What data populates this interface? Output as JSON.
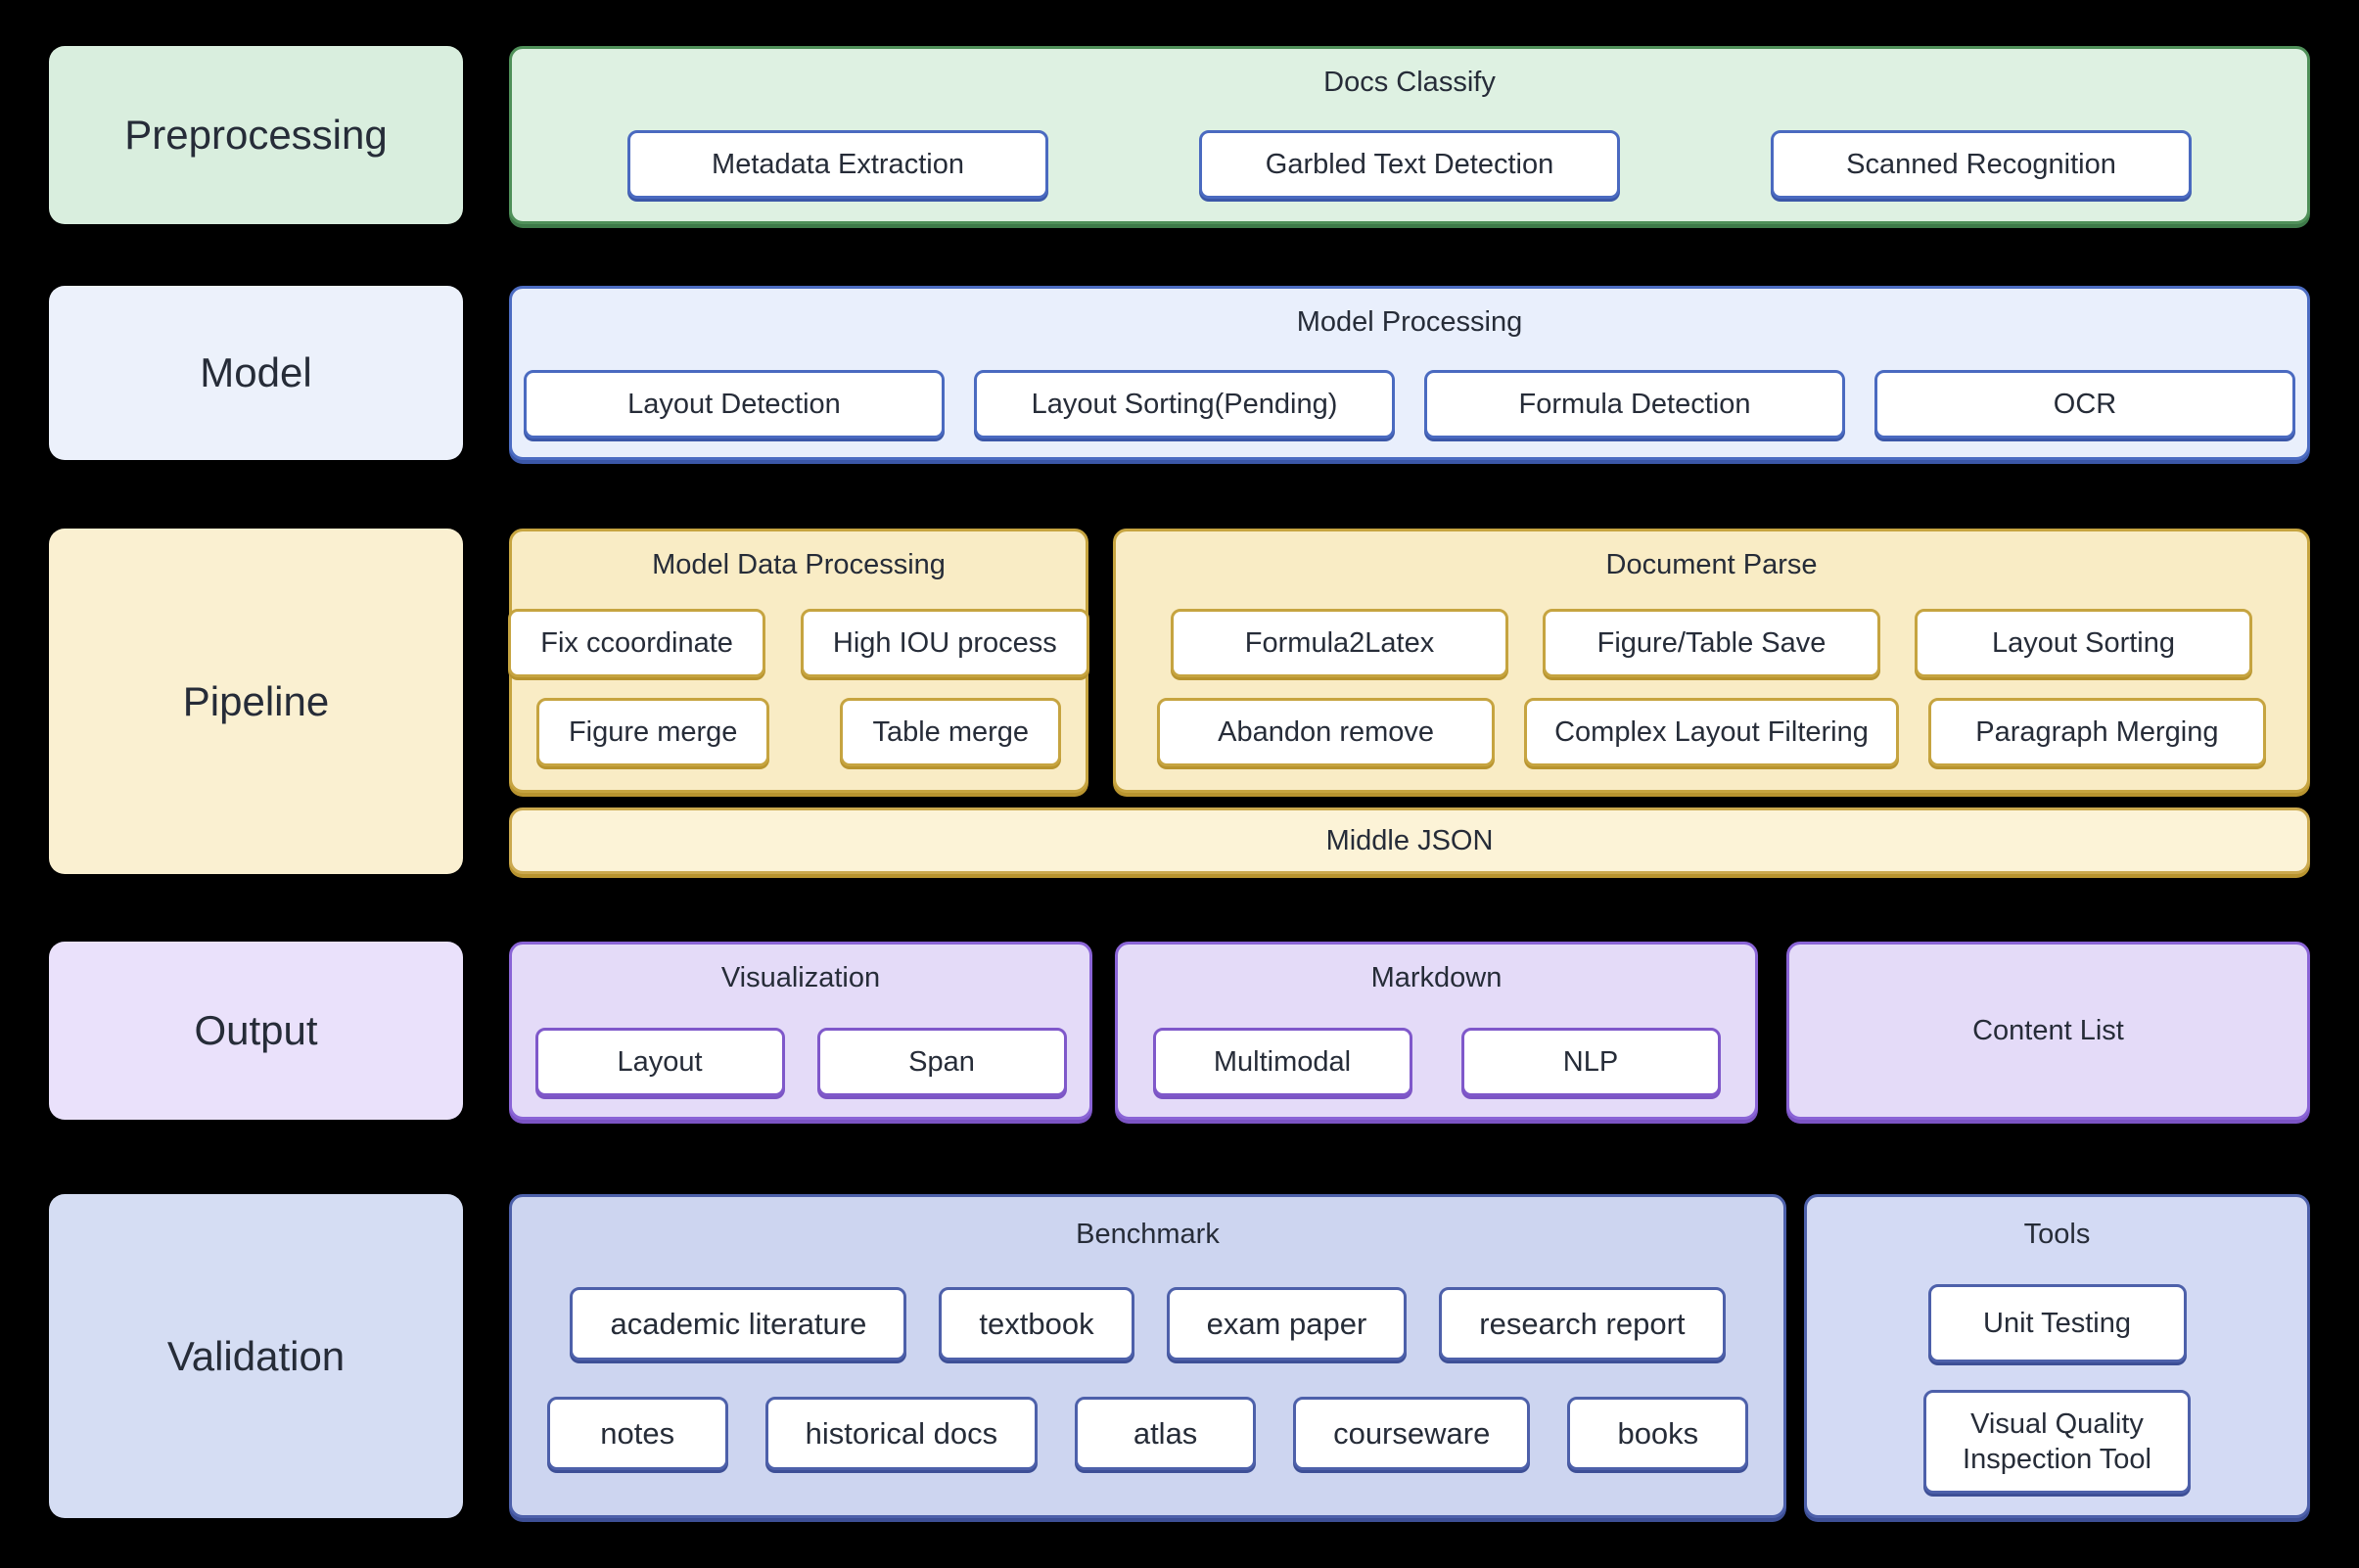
{
  "preprocessing": {
    "label": "Preprocessing",
    "docs_classify": {
      "title": "Docs Classify",
      "items": [
        "Metadata Extraction",
        "Garbled Text Detection",
        "Scanned Recognition"
      ]
    }
  },
  "model": {
    "label": "Model",
    "model_processing": {
      "title": "Model Processing",
      "items": [
        "Layout Detection",
        "Layout Sorting(Pending)",
        "Formula Detection",
        "OCR"
      ]
    }
  },
  "pipeline": {
    "label": "Pipeline",
    "model_data_processing": {
      "title": "Model Data Processing",
      "row1": [
        "Fix ccoordinate",
        "High IOU process"
      ],
      "row2": [
        "Figure merge",
        "Table merge"
      ]
    },
    "document_parse": {
      "title": "Document Parse",
      "row1": [
        "Formula2Latex",
        "Figure/Table Save",
        "Layout Sorting"
      ],
      "row2": [
        "Abandon remove",
        "Complex Layout Filtering",
        "Paragraph Merging"
      ]
    },
    "middle_json": {
      "title": "Middle JSON"
    }
  },
  "output": {
    "label": "Output",
    "visualization": {
      "title": "Visualization",
      "items": [
        "Layout",
        "Span"
      ]
    },
    "markdown": {
      "title": "Markdown",
      "items": [
        "Multimodal",
        "NLP"
      ]
    },
    "content_list": {
      "title": "Content List"
    }
  },
  "validation": {
    "label": "Validation",
    "benchmark": {
      "title": "Benchmark",
      "row1": [
        "academic literature",
        "textbook",
        "exam paper",
        "research report"
      ],
      "row2": [
        "notes",
        "historical docs",
        "atlas",
        "courseware",
        "books"
      ]
    },
    "tools": {
      "title": "Tools",
      "items": [
        "Unit Testing",
        "Visual Quality Inspection Tool"
      ]
    }
  },
  "colors": {
    "background": "#000000",
    "text": "#262c38",
    "green_fill": "#def1e2",
    "green_border": "#4f9059",
    "blue_fill": "#e9effc",
    "blue_border": "#4c6cc2",
    "yellow_fill": "#f9ecc5",
    "yellow_border": "#c6a440",
    "middle_json_fill": "#fcf3d7",
    "purple_fill": "#e4dbf8",
    "purple_border": "#8a64d6",
    "indigo_fill": "#cdd5f0",
    "indigo_border": "#4d60aa",
    "node_fill": "#ffffff"
  }
}
